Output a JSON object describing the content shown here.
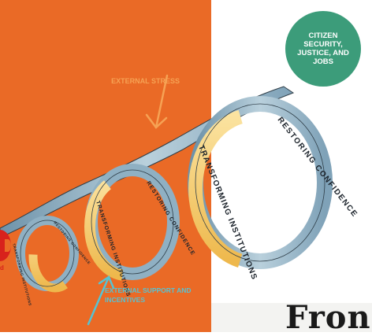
{
  "labels": {
    "external_stress": "EXTERNAL STRESS",
    "external_support": "EXTERNAL SUPPORT AND INCENTIVES",
    "citizen_goal": "CITIZEN SECURITY, JUSTICE, AND JOBS",
    "front_word": "Fron",
    "logo_fragment": "d"
  },
  "spiral": {
    "loops": [
      {
        "transforming": "TRANSFORMING INSTITUTIONS",
        "restoring": "RESTORING CONFIDENCE"
      },
      {
        "transforming": "TRANSFORMING INSTITUTIONS",
        "restoring": "RESTORING CONFIDENCE"
      },
      {
        "transforming": "TRANSFORMING INSTITUTIONS",
        "restoring": "RESTORING CONFIDENCE"
      }
    ]
  },
  "colors": {
    "orange_panel": "#ea6a26",
    "stress_accent": "#f6a254",
    "support_accent": "#56c3d3",
    "citizen_green": "#3c9c7a",
    "ribbon_blue": "#9fbcce",
    "ribbon_gold": "#f1c76a",
    "logo_red": "#d8221c"
  }
}
